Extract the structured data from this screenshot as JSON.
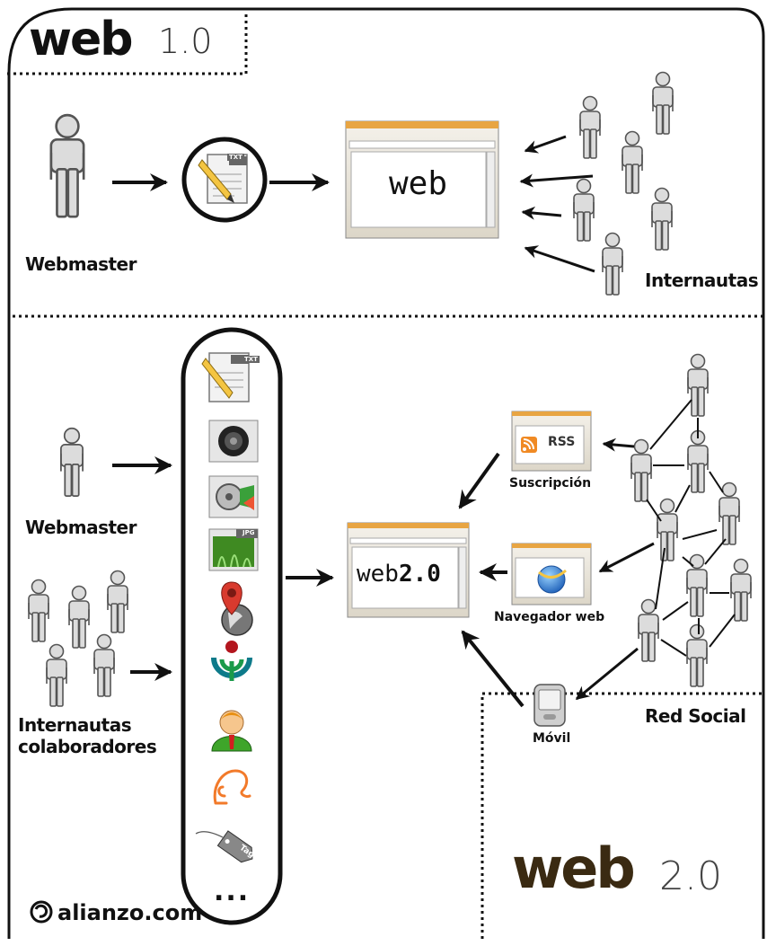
{
  "logo_top": {
    "word": "web",
    "version": "1.0"
  },
  "logo_bottom": {
    "word": "web",
    "version": "2.0"
  },
  "web1": {
    "webmaster_label": "Webmaster",
    "browser_text": "web",
    "users_label": "Internautas"
  },
  "web2": {
    "webmaster_label": "Webmaster",
    "collaborators_label_line1": "Internautas",
    "collaborators_label_line2": "colaboradores",
    "browser_text_light": "web",
    "browser_text_bold": "2.0",
    "rss_text": "RSS",
    "suscripcion_label": "Suscripción",
    "navegador_label": "Navegador web",
    "movil_label": "Móvil",
    "red_social_label": "Red Social",
    "tools_ellipsis": "...",
    "tool_icons": [
      "text-document-icon",
      "speaker-icon",
      "video-film-icon",
      "jpg-image-icon",
      "map-pin-globe-icon",
      "wikimedia-icon",
      "user-avatar-icon",
      "elephant-icon",
      "tag-icon"
    ]
  },
  "icon_labels": {
    "txt": "TXT",
    "jpg": "JPG",
    "tag": "Tag"
  },
  "footer": {
    "copyright": "alianzo.com"
  },
  "colors": {
    "ink": "#111111",
    "person_fill": "#d9d9d9",
    "person_stroke": "#555555",
    "rss_orange": "#f08a24",
    "map_red": "#d83a2e"
  }
}
